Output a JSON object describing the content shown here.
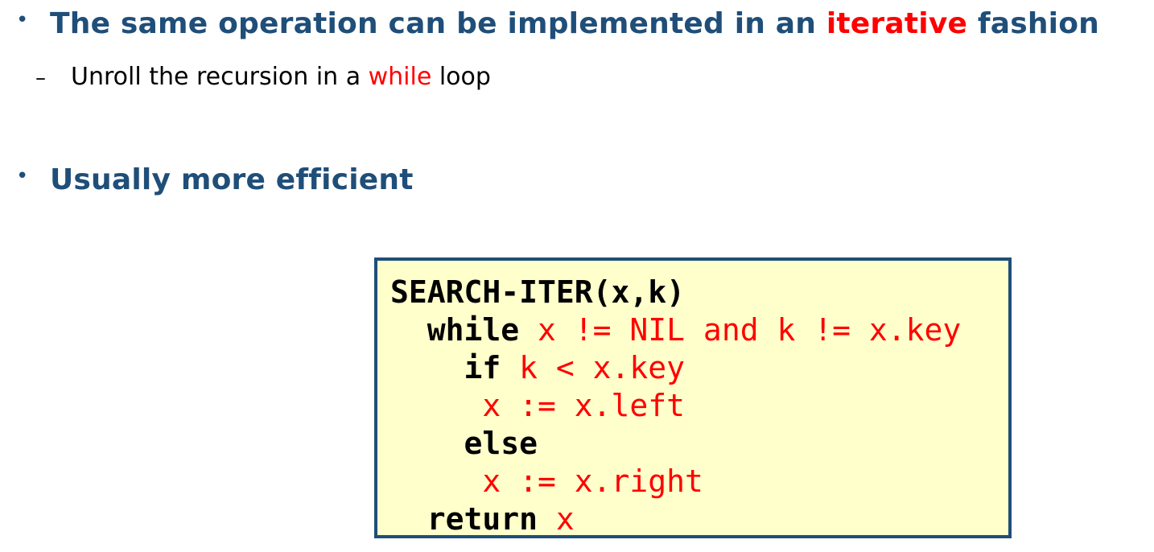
{
  "bullets": [
    {
      "before": "The same operation can be implemented in an ",
      "highlight": "iterative",
      "after": " fashion"
    },
    {
      "text": "Usually more efficient"
    }
  ],
  "sub_bullet": {
    "dash": "–",
    "before": "Unroll the recursion in a ",
    "highlight": "while",
    "after": " loop"
  },
  "code": {
    "signature": "SEARCH-ITER(x,k)",
    "lines": [
      {
        "indent": "  ",
        "keyword": "while",
        "rest": " x != NIL and k != x.key"
      },
      {
        "indent": "    ",
        "keyword": "if",
        "rest": " k < x.key"
      },
      {
        "indent": "     ",
        "keyword": "",
        "rest": "x := x.left"
      },
      {
        "indent": "    ",
        "keyword": "else",
        "rest": ""
      },
      {
        "indent": "     ",
        "keyword": "",
        "rest": "x := x.right"
      },
      {
        "indent": "  ",
        "keyword": "return",
        "rest": " x"
      }
    ]
  },
  "colors": {
    "heading": "#1f4e79",
    "highlight": "#ff0000",
    "code_background": "#ffffcc",
    "code_border": "#1f4e79"
  }
}
